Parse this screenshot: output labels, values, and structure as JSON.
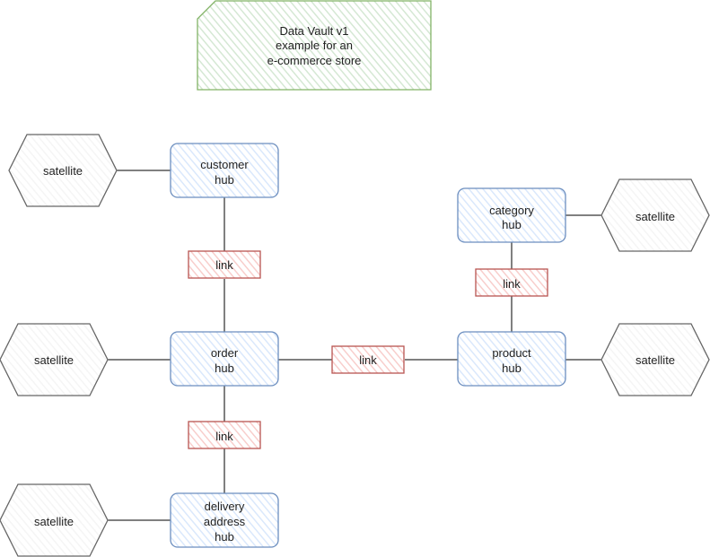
{
  "note": {
    "lines": [
      "Data Vault v1",
      "example for an",
      "e-commerce store"
    ],
    "fill": "#d5e8d4",
    "stroke": "#82b366"
  },
  "hubs": [
    {
      "id": "customer",
      "lines": [
        "customer",
        "hub"
      ]
    },
    {
      "id": "order",
      "lines": [
        "order",
        "hub"
      ]
    },
    {
      "id": "delivery",
      "lines": [
        "delivery",
        "address",
        "hub"
      ]
    },
    {
      "id": "category",
      "lines": [
        "category",
        "hub"
      ]
    },
    {
      "id": "product",
      "lines": [
        "product",
        "hub"
      ]
    }
  ],
  "links": [
    {
      "id": "customer-order",
      "label": "link"
    },
    {
      "id": "order-delivery",
      "label": "link"
    },
    {
      "id": "order-product",
      "label": "link"
    },
    {
      "id": "category-product",
      "label": "link"
    }
  ],
  "satellites": [
    {
      "id": "customer",
      "label": "satellite"
    },
    {
      "id": "order",
      "label": "satellite"
    },
    {
      "id": "delivery",
      "label": "satellite"
    },
    {
      "id": "category",
      "label": "satellite"
    },
    {
      "id": "product",
      "label": "satellite"
    }
  ],
  "colors": {
    "hub_fill": "#dae8fc",
    "hub_stroke": "#6c8ebf",
    "link_fill": "#f8cecc",
    "link_stroke": "#b85450",
    "satellite_fill": "#f5f5f5",
    "satellite_stroke": "#666666",
    "edge": "#000000"
  }
}
